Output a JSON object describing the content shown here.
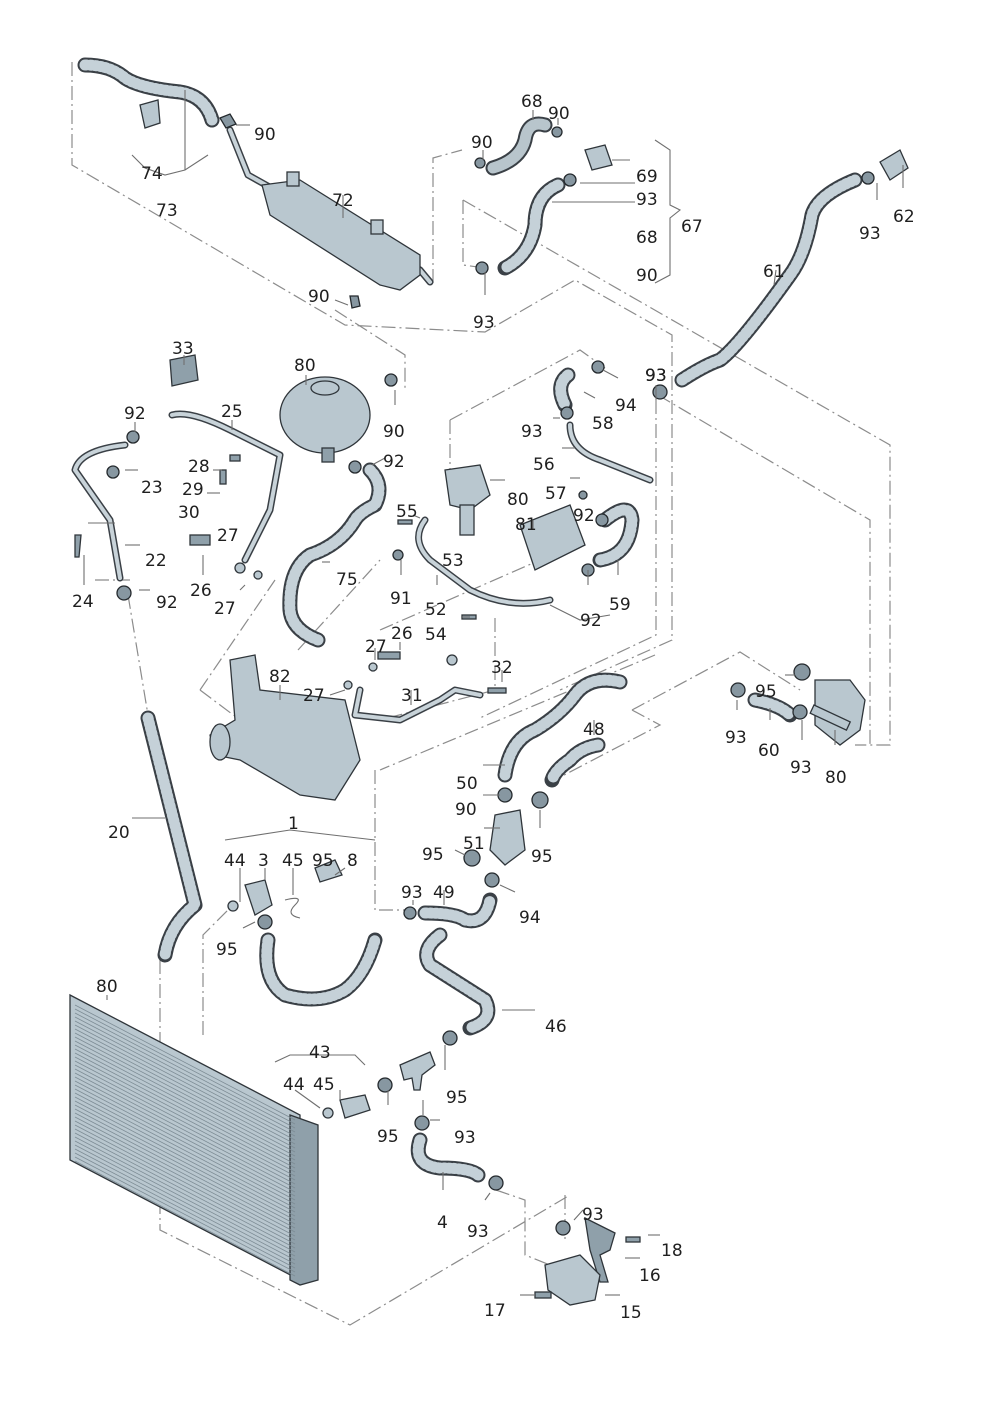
{
  "diagram": {
    "title": "Cooling system parts diagram (exploded view)",
    "accent_colors": {
      "part_fill": "#b9c7cf",
      "outline": "#2f353a",
      "dash_lines": "#8c8c8c",
      "labels": "#1f1f1f"
    },
    "callouts": [
      {
        "id": "c-90a",
        "text": "90"
      },
      {
        "id": "c-74",
        "text": "74"
      },
      {
        "id": "c-73",
        "text": "73"
      },
      {
        "id": "c-72",
        "text": "72"
      },
      {
        "id": "c-90b",
        "text": "90"
      },
      {
        "id": "c-68a",
        "text": "68"
      },
      {
        "id": "c-90c",
        "text": "90"
      },
      {
        "id": "c-90d",
        "text": "90"
      },
      {
        "id": "c-69",
        "text": "69"
      },
      {
        "id": "c-93a",
        "text": "93"
      },
      {
        "id": "c-68b",
        "text": "68"
      },
      {
        "id": "c-90e",
        "text": "90"
      },
      {
        "id": "c-67",
        "text": "67"
      },
      {
        "id": "c-93b",
        "text": "93"
      },
      {
        "id": "c-62",
        "text": "62"
      },
      {
        "id": "c-93c",
        "text": "93"
      },
      {
        "id": "c-61",
        "text": "61"
      },
      {
        "id": "c-93d",
        "text": "93"
      },
      {
        "id": "c-33",
        "text": "33"
      },
      {
        "id": "c-80a",
        "text": "80"
      },
      {
        "id": "c-90f",
        "text": "90"
      },
      {
        "id": "c-92a",
        "text": "92"
      },
      {
        "id": "c-25",
        "text": "25"
      },
      {
        "id": "c-23",
        "text": "23"
      },
      {
        "id": "c-28",
        "text": "28"
      },
      {
        "id": "c-29",
        "text": "29"
      },
      {
        "id": "c-30",
        "text": "30"
      },
      {
        "id": "c-92b",
        "text": "92"
      },
      {
        "id": "c-27a",
        "text": "27"
      },
      {
        "id": "c-22",
        "text": "22"
      },
      {
        "id": "c-26a",
        "text": "26"
      },
      {
        "id": "c-27b",
        "text": "27"
      },
      {
        "id": "c-24",
        "text": "24"
      },
      {
        "id": "c-92c",
        "text": "92"
      },
      {
        "id": "c-75",
        "text": "75"
      },
      {
        "id": "c-91",
        "text": "91"
      },
      {
        "id": "c-55",
        "text": "55"
      },
      {
        "id": "c-53",
        "text": "53"
      },
      {
        "id": "c-52",
        "text": "52"
      },
      {
        "id": "c-54",
        "text": "54"
      },
      {
        "id": "c-80b",
        "text": "80"
      },
      {
        "id": "c-81",
        "text": "81"
      },
      {
        "id": "c-92d",
        "text": "92"
      },
      {
        "id": "c-59",
        "text": "59"
      },
      {
        "id": "c-92e",
        "text": "92"
      },
      {
        "id": "c-93e",
        "text": "93"
      },
      {
        "id": "c-56",
        "text": "56"
      },
      {
        "id": "c-57",
        "text": "57"
      },
      {
        "id": "c-58",
        "text": "58"
      },
      {
        "id": "c-94a",
        "text": "94"
      },
      {
        "id": "c-93f",
        "text": "93"
      },
      {
        "id": "c-27c",
        "text": "27"
      },
      {
        "id": "c-26b",
        "text": "26"
      },
      {
        "id": "c-82",
        "text": "82"
      },
      {
        "id": "c-27d",
        "text": "27"
      },
      {
        "id": "c-31",
        "text": "31"
      },
      {
        "id": "c-32",
        "text": "32"
      },
      {
        "id": "c-48",
        "text": "48"
      },
      {
        "id": "c-50",
        "text": "50"
      },
      {
        "id": "c-90g",
        "text": "90"
      },
      {
        "id": "c-95a",
        "text": "95"
      },
      {
        "id": "c-51",
        "text": "51"
      },
      {
        "id": "c-95b",
        "text": "95"
      },
      {
        "id": "c-94b",
        "text": "94"
      },
      {
        "id": "c-93g",
        "text": "93"
      },
      {
        "id": "c-49",
        "text": "49"
      },
      {
        "id": "c-95c",
        "text": "95"
      },
      {
        "id": "c-93h",
        "text": "93"
      },
      {
        "id": "c-60",
        "text": "60"
      },
      {
        "id": "c-93i",
        "text": "93"
      },
      {
        "id": "c-80c",
        "text": "80"
      },
      {
        "id": "c-20",
        "text": "20"
      },
      {
        "id": "c-1",
        "text": "1"
      },
      {
        "id": "c-44a",
        "text": "44"
      },
      {
        "id": "c-3",
        "text": "3"
      },
      {
        "id": "c-45a",
        "text": "45"
      },
      {
        "id": "c-95d",
        "text": "95"
      },
      {
        "id": "c-8",
        "text": "8"
      },
      {
        "id": "c-95e",
        "text": "95"
      },
      {
        "id": "c-46",
        "text": "46"
      },
      {
        "id": "c-80d",
        "text": "80"
      },
      {
        "id": "c-43",
        "text": "43"
      },
      {
        "id": "c-44b",
        "text": "44"
      },
      {
        "id": "c-45b",
        "text": "45"
      },
      {
        "id": "c-95f",
        "text": "95"
      },
      {
        "id": "c-95g",
        "text": "95"
      },
      {
        "id": "c-93j",
        "text": "93"
      },
      {
        "id": "c-4",
        "text": "4"
      },
      {
        "id": "c-93k",
        "text": "93"
      },
      {
        "id": "c-93l",
        "text": "93"
      },
      {
        "id": "c-18",
        "text": "18"
      },
      {
        "id": "c-16",
        "text": "16"
      },
      {
        "id": "c-17",
        "text": "17"
      },
      {
        "id": "c-15",
        "text": "15"
      }
    ]
  }
}
